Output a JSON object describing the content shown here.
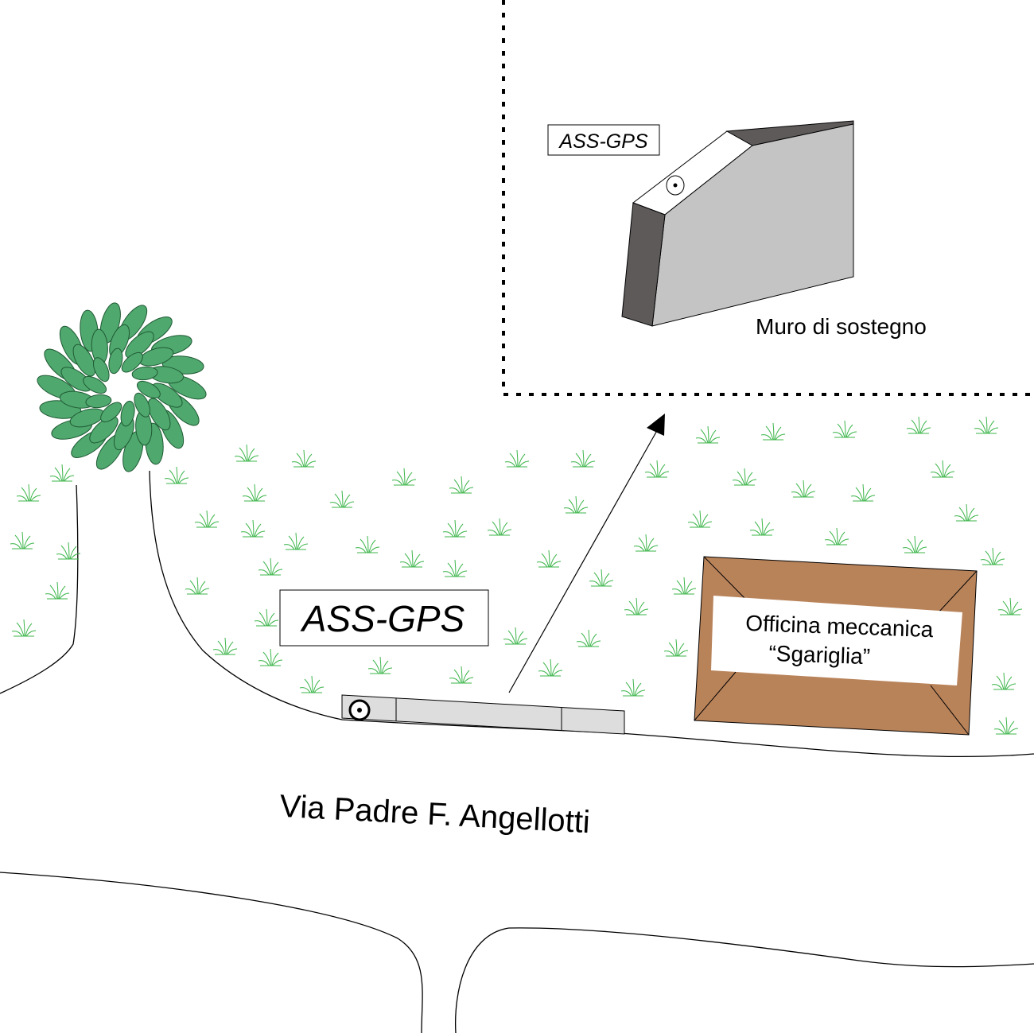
{
  "labels": {
    "inset_station": "ASS-GPS",
    "wall": "Muro di sostegno",
    "main_station": "ASS-GPS",
    "workshop_line1": "Officina meccanica",
    "workshop_line2": "“Sgariglia”",
    "street": "Via Padre F. Angellotti"
  },
  "colors": {
    "grass": "#3cb54a",
    "tree": "#4fa86e",
    "roof": "#b9835a",
    "wall_light": "#c4c4c4",
    "wall_dark": "#5e5a5a",
    "curb": "#dddddd"
  }
}
